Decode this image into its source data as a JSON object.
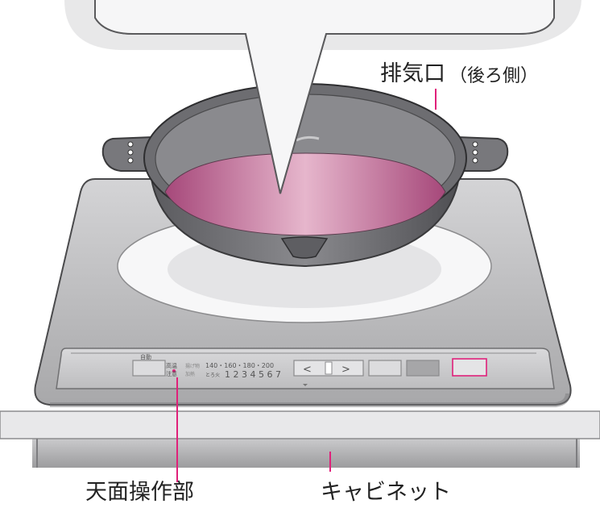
{
  "labels": {
    "exhaust": "排気口",
    "exhaust_note": "（後ろ側）",
    "top_panel": "天面操作部",
    "cabinet": "キャビネット"
  },
  "panel": {
    "auto": "自動",
    "high_temp": "高温",
    "caution": "注意",
    "fry": "揚げ物",
    "heat": "加熱",
    "temps": "140・160・180・200",
    "simmer": "とろ火",
    "levels": "1 2 3 4 5 6 7",
    "left_arrow": "<",
    "right_arrow": ">"
  },
  "colors": {
    "leader_line": "#e0207a",
    "indicator": "#e0207a",
    "liquid": "#d79ab8",
    "pot": "#6a6a6e",
    "cooktop": "#b9b9bb"
  }
}
